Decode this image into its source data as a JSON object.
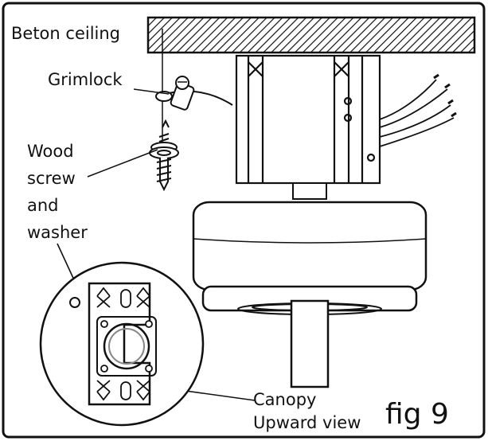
{
  "labels": {
    "ceiling": "Beton ceiling",
    "grimlock": "Grimlock",
    "wood_screw_line1": "Wood",
    "wood_screw_line2": "screw",
    "wood_screw_line3": "and",
    "wood_screw_line4": "washer",
    "canopy_line1": "Canopy",
    "canopy_line2": "Upward view",
    "figure": "fig 9"
  }
}
